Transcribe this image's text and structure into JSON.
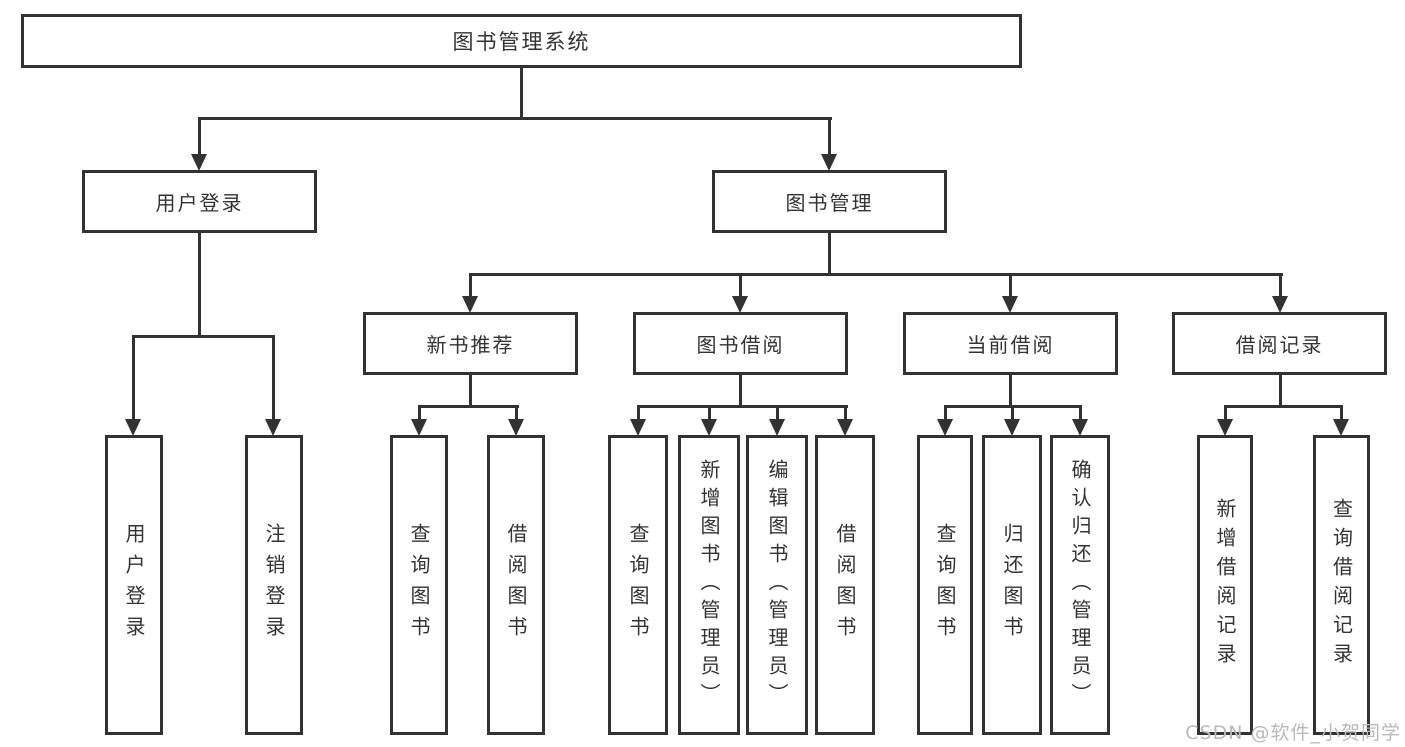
{
  "diagram": {
    "root": {
      "label": "图书管理系统"
    },
    "branches": [
      {
        "label": "用户登录",
        "children": [
          {
            "label": "用户登录"
          },
          {
            "label": "注销登录"
          }
        ]
      },
      {
        "label": "图书管理",
        "children": [
          {
            "label": "新书推荐",
            "children": [
              {
                "label": "查询图书"
              },
              {
                "label": "借阅图书"
              }
            ]
          },
          {
            "label": "图书借阅",
            "children": [
              {
                "label": "查询图书"
              },
              {
                "label": "新增图书（管理员）"
              },
              {
                "label": "编辑图书（管理员）"
              },
              {
                "label": "借阅图书"
              }
            ]
          },
          {
            "label": "当前借阅",
            "children": [
              {
                "label": "查询图书"
              },
              {
                "label": "归还图书"
              },
              {
                "label": "确认归还（管理员）"
              }
            ]
          },
          {
            "label": "借阅记录",
            "children": [
              {
                "label": "新增借阅记录"
              },
              {
                "label": "查询借阅记录"
              }
            ]
          }
        ]
      }
    ]
  },
  "watermark": "CSDN @软件_小贺同学",
  "colors": {
    "line": "#323232",
    "text": "#333333",
    "background": "#ffffff",
    "watermark": "#b9b9b9"
  }
}
